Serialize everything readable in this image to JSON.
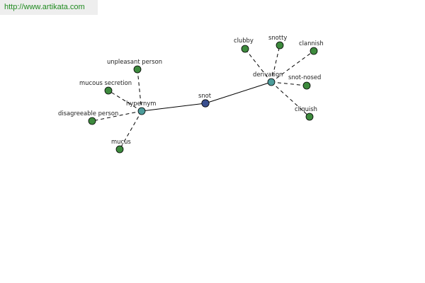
{
  "header": {
    "url_text": "http://www.artikata.com"
  },
  "colors": {
    "root": "#3a4f8f",
    "relation": "#4d9c9a",
    "leaf": "#3d8a3d",
    "url": "#1f8a1f"
  },
  "graph": {
    "nodes": [
      {
        "id": "snot",
        "label": "snot",
        "kind": "root"
      },
      {
        "id": "hypernym",
        "label": "hypernym",
        "kind": "relation"
      },
      {
        "id": "derivation",
        "label": "derivation",
        "kind": "relation"
      },
      {
        "id": "unpleasant-person",
        "label": "unpleasant person",
        "kind": "leaf"
      },
      {
        "id": "mucous-secretion",
        "label": "mucous secretion",
        "kind": "leaf"
      },
      {
        "id": "disagreeable-person",
        "label": "disagreeable person",
        "kind": "leaf"
      },
      {
        "id": "mucus",
        "label": "mucus",
        "kind": "leaf"
      },
      {
        "id": "clubby",
        "label": "clubby",
        "kind": "leaf"
      },
      {
        "id": "snotty",
        "label": "snotty",
        "kind": "leaf"
      },
      {
        "id": "clannish",
        "label": "clannish",
        "kind": "leaf"
      },
      {
        "id": "snot-nosed",
        "label": "snot-nosed",
        "kind": "leaf"
      },
      {
        "id": "cliquish",
        "label": "cliquish",
        "kind": "leaf"
      }
    ],
    "edges": [
      {
        "from": "snot",
        "to": "hypernym",
        "style": "solid"
      },
      {
        "from": "snot",
        "to": "derivation",
        "style": "solid"
      },
      {
        "from": "hypernym",
        "to": "unpleasant-person",
        "style": "dashed"
      },
      {
        "from": "hypernym",
        "to": "mucous-secretion",
        "style": "dashed"
      },
      {
        "from": "hypernym",
        "to": "disagreeable-person",
        "style": "dashed"
      },
      {
        "from": "hypernym",
        "to": "mucus",
        "style": "dashed"
      },
      {
        "from": "derivation",
        "to": "clubby",
        "style": "dashed"
      },
      {
        "from": "derivation",
        "to": "snotty",
        "style": "dashed"
      },
      {
        "from": "derivation",
        "to": "clannish",
        "style": "dashed"
      },
      {
        "from": "derivation",
        "to": "snot-nosed",
        "style": "dashed"
      },
      {
        "from": "derivation",
        "to": "cliquish",
        "style": "dashed"
      }
    ]
  }
}
